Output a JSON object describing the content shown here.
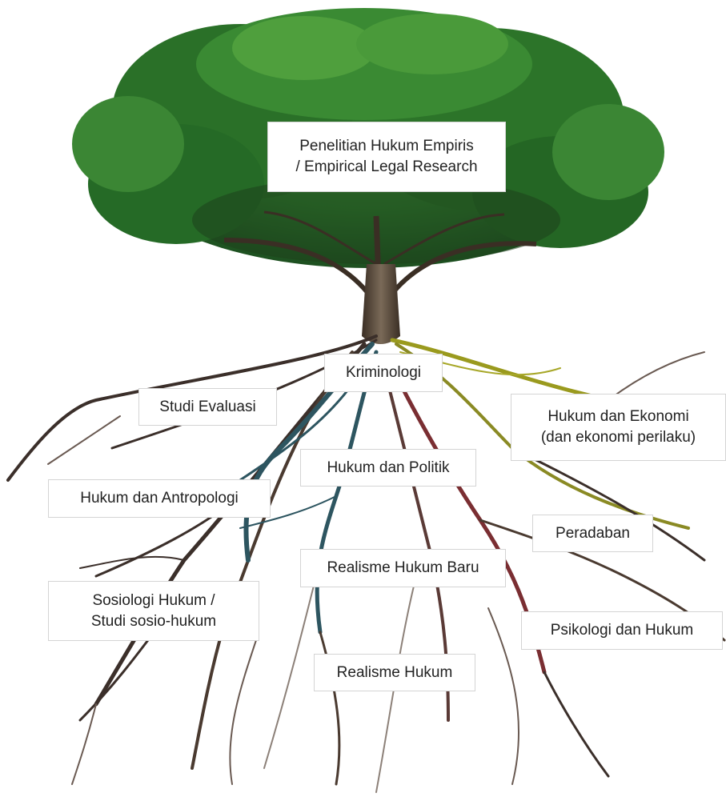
{
  "canopy_label": {
    "line1": "Penelitian Hukum Empiris",
    "line2": "/ Empirical Legal Research"
  },
  "root_labels": {
    "kriminologi": "Kriminologi",
    "studi_evaluasi": "Studi Evaluasi",
    "hukum_ekonomi_line1": "Hukum dan Ekonomi",
    "hukum_ekonomi_line2": "(dan ekonomi perilaku)",
    "hukum_politik": "Hukum dan Politik",
    "hukum_antropologi": "Hukum dan Antropologi",
    "peradaban": "Peradaban",
    "realisme_hukum_baru": "Realisme Hukum Baru",
    "sosiologi_line1": "Sosiologi Hukum /",
    "sosiologi_line2": "Studi sosio-hukum",
    "psikologi_hukum": "Psikologi dan Hukum",
    "realisme_hukum": "Realisme Hukum"
  },
  "colors": {
    "canopy_dark": "#1f5a22",
    "canopy_mid": "#2f7d2e",
    "canopy_light": "#55a83f",
    "trunk": "#4a3a2c",
    "root_dark": "#3b2f2a",
    "root_teal": "#2d5560",
    "root_olive": "#9a9a1e",
    "root_red": "#7a2e32",
    "root_light": "#8c8078"
  }
}
